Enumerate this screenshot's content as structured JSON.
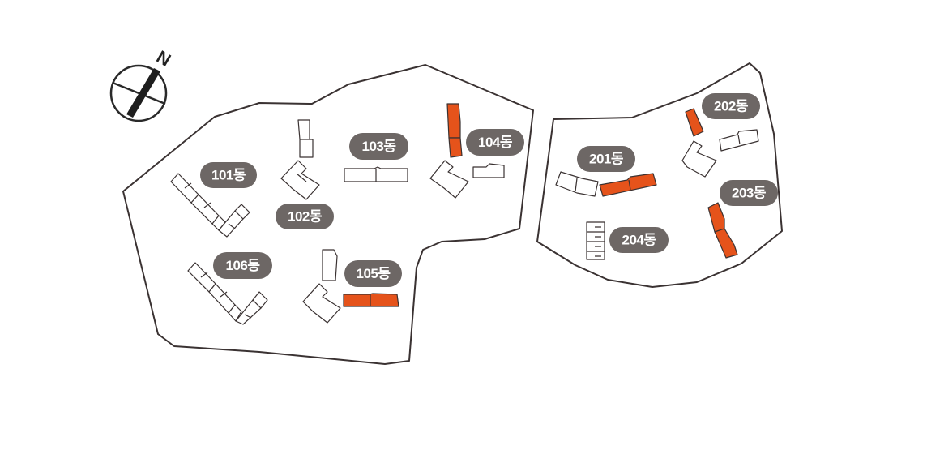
{
  "compass": {
    "north_label": "N"
  },
  "colors": {
    "outline": "#3a3232",
    "label_bg": "#6d6765",
    "highlight": "#e5531b",
    "normal": "#ffffff"
  },
  "buildings": {
    "b101": {
      "label": "101동",
      "highlighted": false
    },
    "b102": {
      "label": "102동",
      "highlighted": false
    },
    "b103": {
      "label": "103동",
      "highlighted": false
    },
    "b104": {
      "label": "104동",
      "highlighted": true
    },
    "b105": {
      "label": "105동",
      "highlighted": true
    },
    "b106": {
      "label": "106동",
      "highlighted": false
    },
    "b201": {
      "label": "201동",
      "highlighted": true
    },
    "b202": {
      "label": "202동",
      "highlighted": true
    },
    "b203": {
      "label": "203동",
      "highlighted": true
    },
    "b204": {
      "label": "204동",
      "highlighted": false
    }
  }
}
